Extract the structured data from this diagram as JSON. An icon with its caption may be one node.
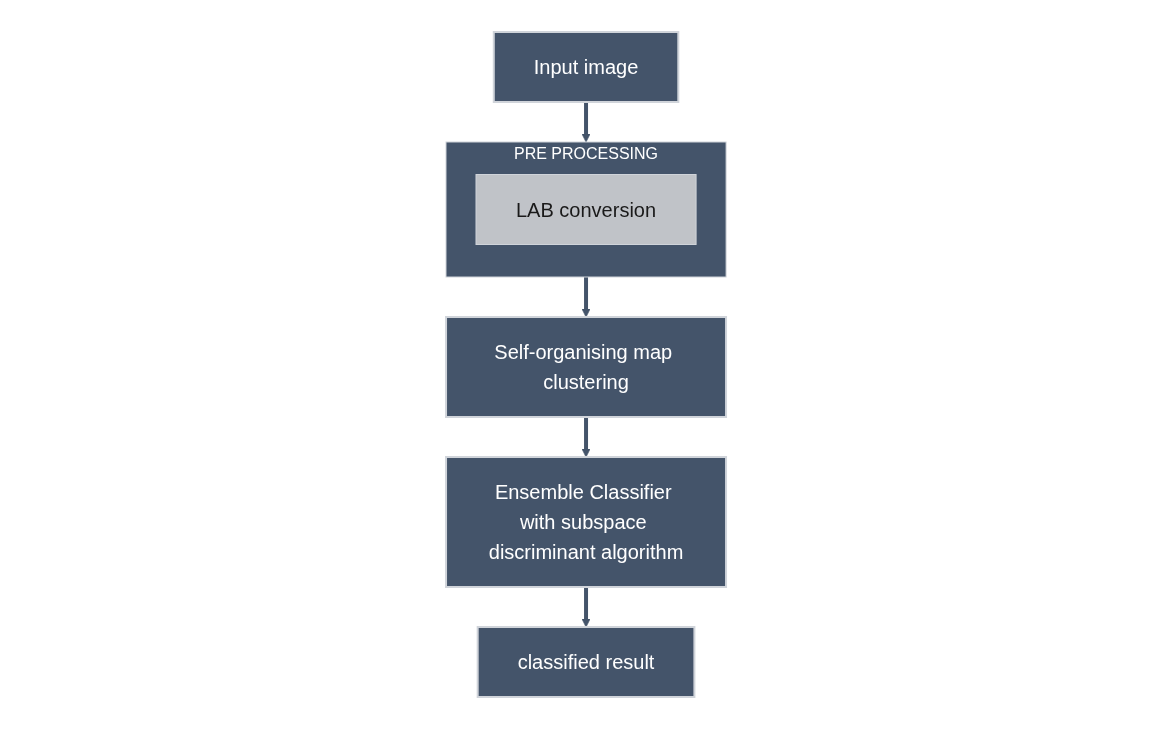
{
  "diagram": {
    "nodes": [
      {
        "text": [
          "Input image"
        ]
      },
      {
        "text": [
          "PRE PROCESSING"
        ]
      },
      {
        "text": [
          "LAB conversion"
        ],
        "in": 1
      },
      {
        "text": [
          "Self-organising map clustering"
        ]
      },
      {
        "text": [
          "Ensemble Classifier with subspace discriminant algorithm"
        ]
      },
      {
        "text": [
          "classified result"
        ]
      }
    ],
    "edges": [
      {
        "from": 0,
        "to": 1,
        "arrow": "to"
      },
      {
        "from": 1,
        "to": 3,
        "arrow": "to"
      },
      {
        "from": 3,
        "to": 4,
        "arrow": "to"
      },
      {
        "from": 4,
        "to": 5,
        "arrow": "to"
      }
    ]
  }
}
